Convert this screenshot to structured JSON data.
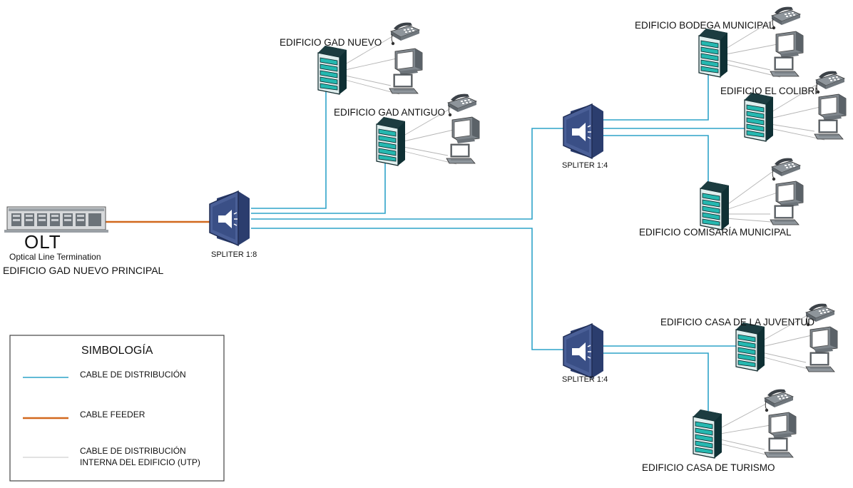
{
  "olt": {
    "title": "OLT",
    "subtitle": "Optical Line Termination",
    "location": "EDIFICIO GAD NUEVO PRINCIPAL"
  },
  "splitters": {
    "main": "SPLITER 1:8",
    "upper": "SPLITER 1:4",
    "lower": "SPLITER 1:4"
  },
  "buildings": {
    "gad_nuevo": "EDIFICIO GAD NUEVO",
    "gad_antiguo": "EDIFICIO GAD ANTIGUO",
    "bodega_municipal": "EDIFICIO BODEGA MUNICIPAL",
    "el_colibri": "EDIFICIO EL COLIBRÍ",
    "comisaria_municipal": "EDIFICIO COMISARÍA MUNICIPAL",
    "casa_juventud": "EDIFICIO CASA DE LA JUVENTUD",
    "casa_turismo": "EDIFICIO CASA DE TURISMO"
  },
  "legend": {
    "title": "SIMBOLOGÍA",
    "distribution": "CABLE DE DISTRIBUCIÓN",
    "feeder": "CABLE FEEDER",
    "utp_line1": "CABLE DE DISTRIBUCIÓN",
    "utp_line2": "INTERNA DEL EDIFICIO (UTP)"
  },
  "colors": {
    "distribution_cable": "#2fa3c9",
    "feeder_cable": "#d2691e",
    "utp_cable": "#bdbdbd",
    "splitter_body": "#3a4f86",
    "server_accent": "#25b8b0"
  }
}
